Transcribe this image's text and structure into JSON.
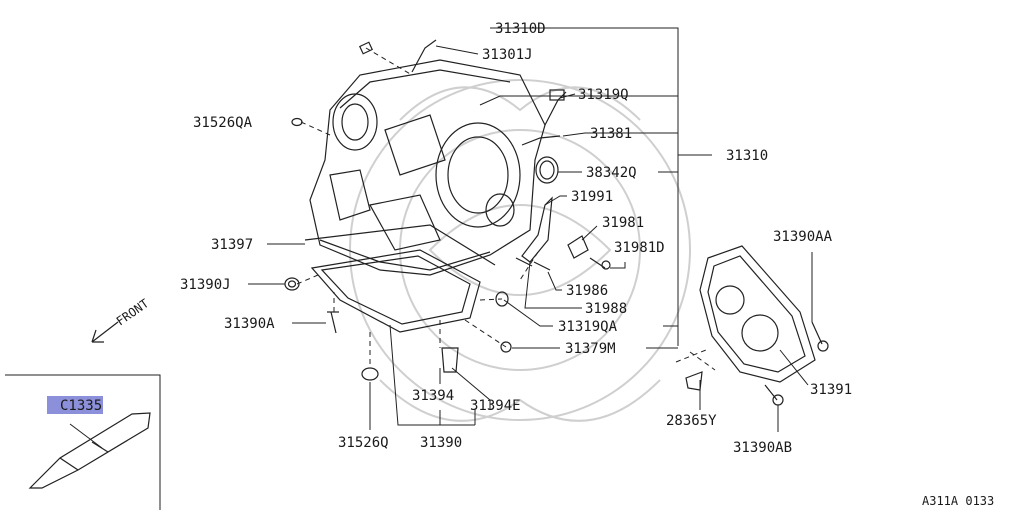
{
  "diagram": {
    "labels": {
      "p31310D": "31310D",
      "p31301J": "31301J",
      "p31319Q": "31319Q",
      "p31526QA": "31526QA",
      "p31381": "31381",
      "p31310": "31310",
      "p38342Q": "38342Q",
      "p31991": "31991",
      "p31981": "31981",
      "p31397": "31397",
      "p31981D": "31981D",
      "p31390AA": "31390AA",
      "p31390J": "31390J",
      "p31986": "31986",
      "p31988": "31988",
      "p31390A": "31390A",
      "p31319QA": "31319QA",
      "p31379M": "31379M",
      "p31391": "31391",
      "p31394": "31394",
      "p31394E": "31394E",
      "p28365Y": "28365Y",
      "p31526Q": "31526Q",
      "p31390": "31390",
      "p31390AB": "31390AB"
    },
    "front_label": "FRONT",
    "tool_code": "C1335",
    "figure_code": "A311A 0133"
  },
  "colors": {
    "line": "#222222",
    "tool_highlight": "#8c8fd9",
    "watermark": "#cfcfcf"
  }
}
